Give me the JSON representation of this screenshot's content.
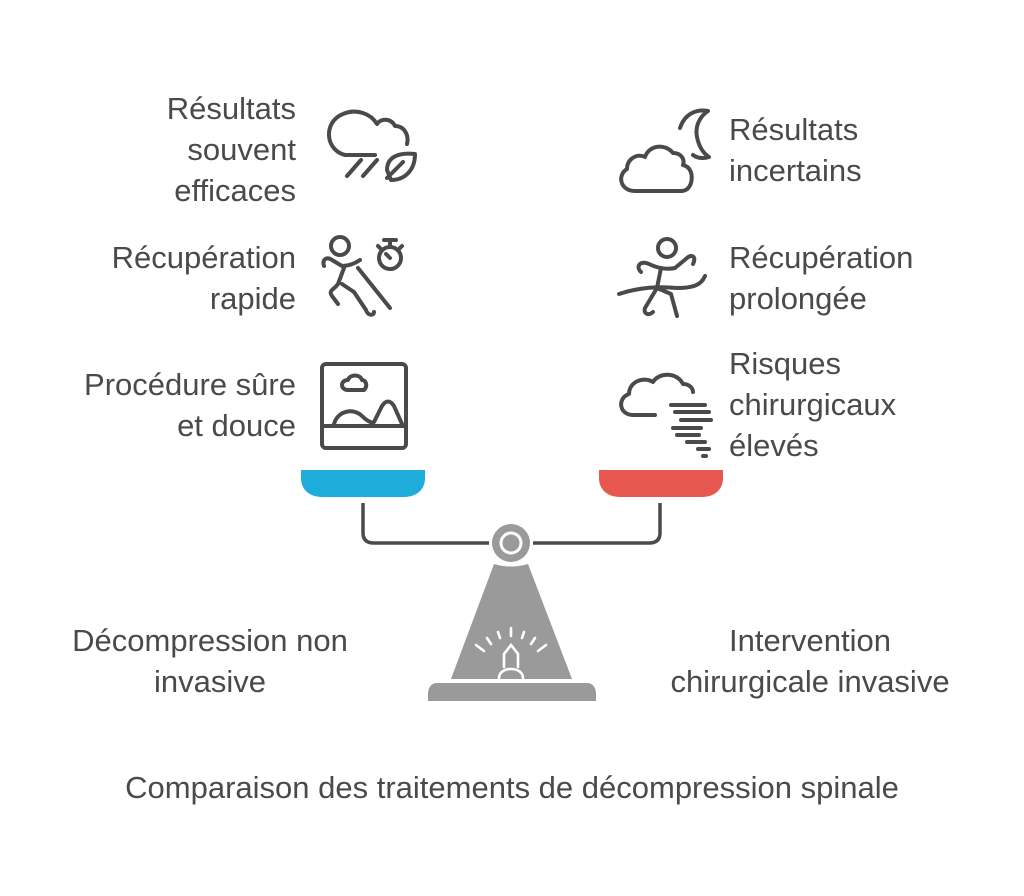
{
  "diagram": {
    "title": "Comparaison des traitements de décompression spinale",
    "left_side": {
      "label_lines": [
        "Décompression non",
        "invasive"
      ],
      "pan_color": "#1EADDB",
      "items": [
        {
          "lines": [
            "Résultats",
            "souvent",
            "efficaces"
          ],
          "icon": "cloud-rain-leaf-icon"
        },
        {
          "lines": [
            "Récupération",
            "rapide"
          ],
          "icon": "runner-stopwatch-icon"
        },
        {
          "lines": [
            "Procédure sûre",
            "et douce"
          ],
          "icon": "landscape-picture-icon"
        }
      ]
    },
    "right_side": {
      "label_lines": [
        "Intervention",
        "chirurgicale invasive"
      ],
      "pan_color": "#E5574F",
      "items": [
        {
          "lines": [
            "Résultats",
            "incertains"
          ],
          "icon": "cloud-moon-icon"
        },
        {
          "lines": [
            "Récupération",
            "prolongée"
          ],
          "icon": "runner-finish-line-icon"
        },
        {
          "lines": [
            "Risques",
            "chirurgicaux",
            "élevés"
          ],
          "icon": "cloud-tornado-icon"
        }
      ]
    },
    "colors": {
      "text": "#4A4A4A",
      "icon_stroke": "#4A4A4A",
      "beam": "#4A4A4A",
      "stand": "#9A9A9A"
    }
  }
}
